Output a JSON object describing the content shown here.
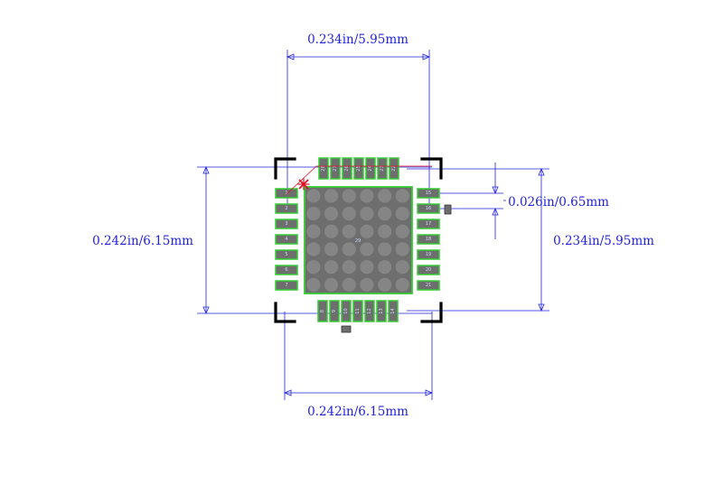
{
  "colors": {
    "background": "#ffffff",
    "dimension": "#2222dd",
    "pad_fill": "#6e6e6e",
    "pad_outline": "#33cc33",
    "body_outline": "#000000",
    "marker": "#dd1122",
    "pin_label": "#cfd8ff"
  },
  "dimensions": {
    "top_width": "0.234in/5.95mm",
    "bottom_width": "0.242in/6.15mm",
    "left_height": "0.242in/6.15mm",
    "right_height": "0.234in/5.95mm",
    "pitch": "0.026in/0.65mm"
  },
  "thermal_pad": {
    "label": "29"
  },
  "pins": {
    "left": [
      "1",
      "2",
      "3",
      "4",
      "5",
      "6",
      "7"
    ],
    "bottom": [
      "8",
      "9",
      "10",
      "11",
      "12",
      "13",
      "14"
    ],
    "right": [
      "15",
      "16",
      "17",
      "18",
      "19",
      "20",
      "21"
    ],
    "top": [
      "22",
      "23",
      "24",
      "25",
      "26",
      "27",
      "28"
    ]
  },
  "icons": {
    "pin1_marker": "pin1-cross-icon"
  }
}
